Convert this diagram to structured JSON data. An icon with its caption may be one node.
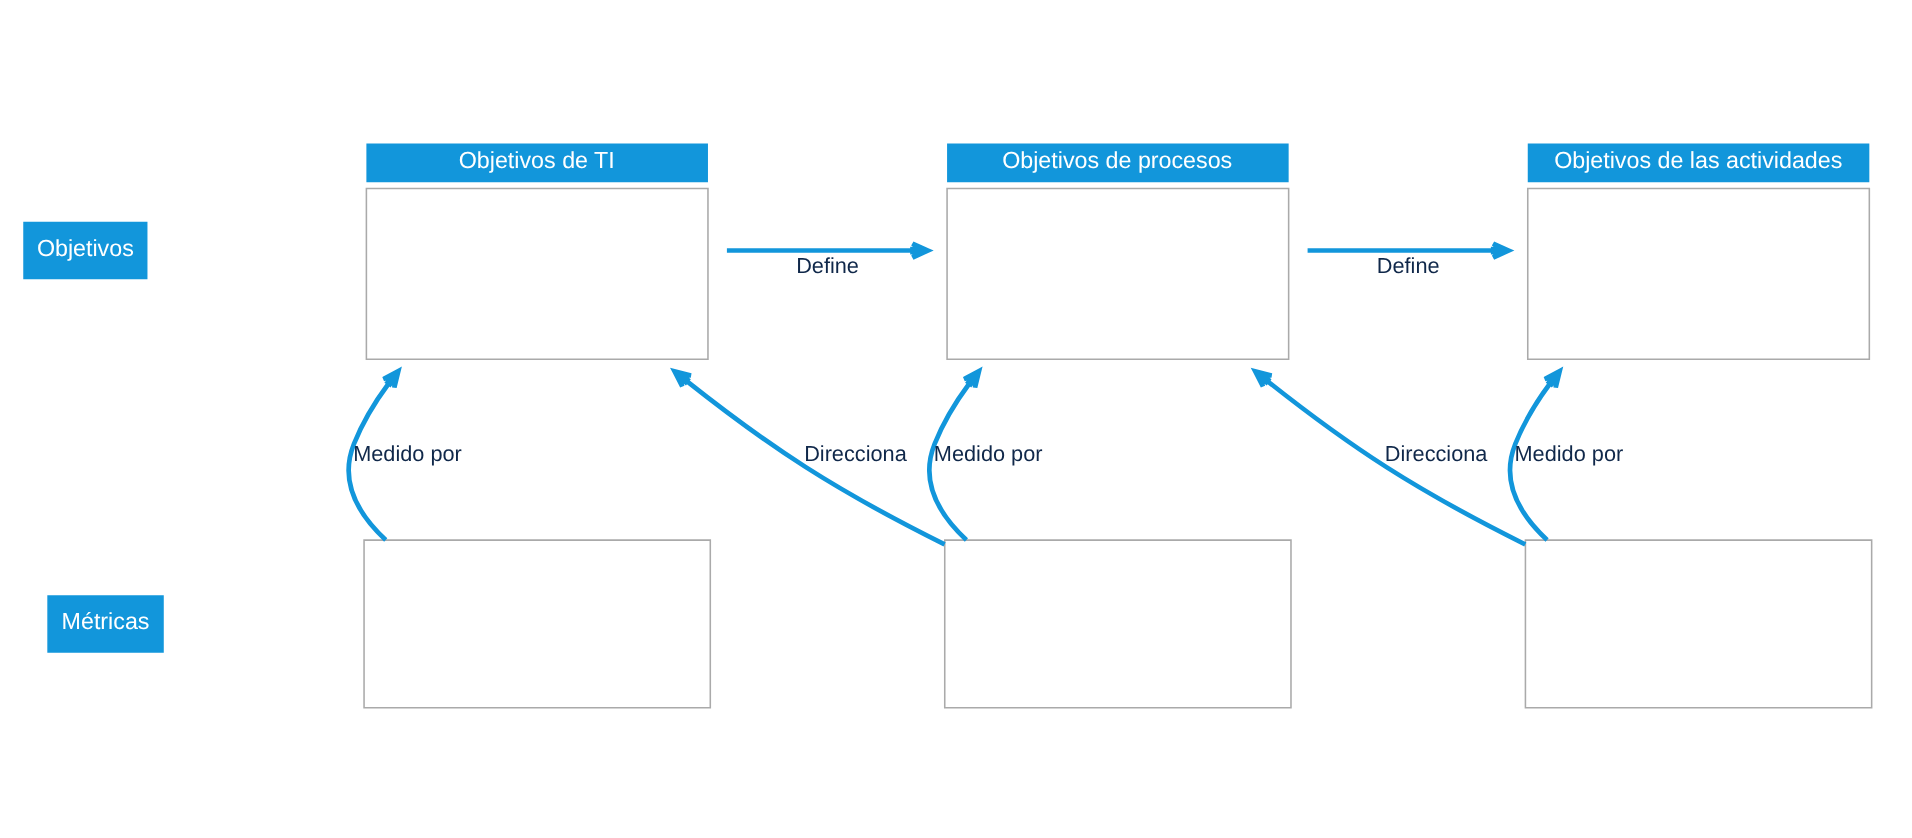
{
  "diagram": {
    "nodes": [
      {
        "text": [
          "Objetivos de TI"
        ]
      },
      {
        "text": [
          "Objetivos de procesos"
        ]
      },
      {
        "text": [
          "Objetivos de las actividades"
        ]
      },
      {
        "text": [],
        "shape": "box"
      },
      {
        "text": [],
        "shape": "box"
      },
      {
        "text": [],
        "shape": "box"
      }
    ],
    "edges": [
      {
        "from": 0,
        "to": 1,
        "arrow": "to",
        "label": "Define"
      },
      {
        "from": 1,
        "to": 2,
        "arrow": "to",
        "label": "Define"
      },
      {
        "from": 3,
        "to": 0,
        "arrow": "to",
        "label": "Medido por"
      },
      {
        "from": 4,
        "to": 0,
        "arrow": "to",
        "label": "Direcciona"
      },
      {
        "from": 4,
        "to": 1,
        "arrow": "to",
        "label": "Medido por"
      },
      {
        "from": 5,
        "to": 1,
        "arrow": "to",
        "label": "Direcciona"
      },
      {
        "from": 5,
        "to": 2,
        "arrow": "to",
        "label": "Medido por"
      }
    ],
    "labels": [
      "Objetivos",
      "Métricas"
    ]
  }
}
